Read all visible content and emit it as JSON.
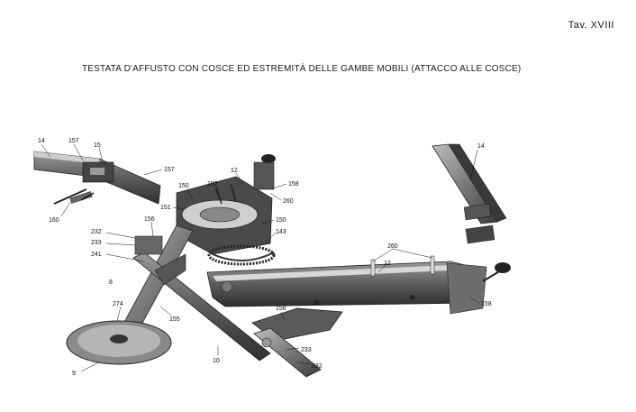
{
  "header": {
    "plate_number": "Tav. XVIII",
    "title": "TESTATA D'AFFUSTO CON COSCE ED ESTREMITÀ DELLE GAMBE MOBILI (ATTACCO ALLE COSCE)"
  },
  "callouts": {
    "c14a": "14",
    "c157a": "157",
    "c15": "15",
    "c157b": "157",
    "c160": "160",
    "c150a": "150",
    "c152": "152",
    "c12a": "12",
    "c158a": "158",
    "c260a": "260",
    "c151": "151",
    "c150b": "150",
    "c143": "143",
    "c156a": "156",
    "c232a": "232",
    "c233a": "233",
    "c241": "241",
    "c8": "8",
    "c274": "274",
    "c155": "155",
    "c9": "9",
    "c10": "10",
    "c156b": "156",
    "c233b": "233",
    "c232b": "232",
    "c260b": "260",
    "c12b": "12",
    "c158b": "158",
    "c14b": "14"
  }
}
